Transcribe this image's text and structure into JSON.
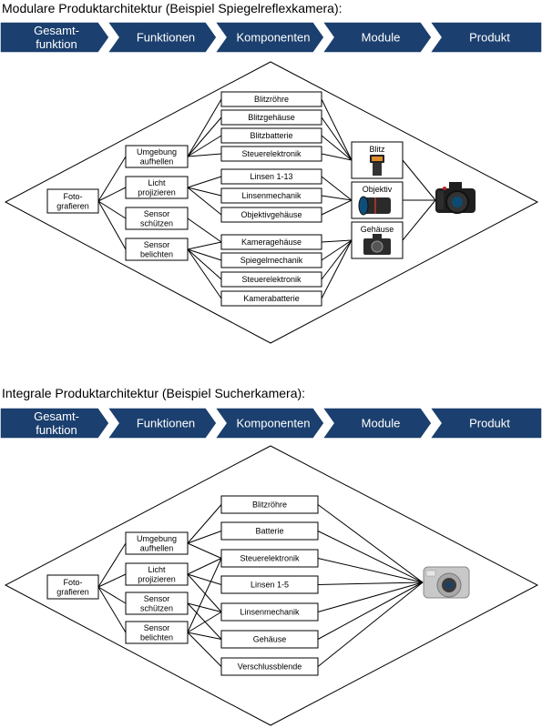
{
  "colors": {
    "chevron": "#1b3f6e",
    "chevron_text": "#ffffff",
    "line": "#000000",
    "box_border": "#000000"
  },
  "chevron_steps": [
    [
      "Gesamt-",
      "funktion"
    ],
    [
      "Funktionen"
    ],
    [
      "Komponenten"
    ],
    [
      "Module"
    ],
    [
      "Produkt"
    ]
  ],
  "modular": {
    "title": "Modulare Produktarchitektur (Beispiel Spiegelreflexkamera):",
    "overall": [
      "Foto-",
      "grafieren"
    ],
    "functions": [
      [
        "Umgebung",
        "aufhellen"
      ],
      [
        "Licht",
        "projizieren"
      ],
      [
        "Sensor",
        "schützen"
      ],
      [
        "Sensor",
        "belichten"
      ]
    ],
    "components": [
      "Blitzröhre",
      "Blitzgehäuse",
      "Blitzbatterie",
      "Steuerelektronik",
      "Linsen 1-13",
      "Linsenmechanik",
      "Objektivgehäuse",
      "Kameragehäuse",
      "Spiegelmechanik",
      "Steuerelektronik",
      "Kamerabatterie"
    ],
    "modules": [
      "Blitz",
      "Objektiv",
      "Gehäuse"
    ],
    "module_icons": [
      "flash-icon",
      "lens-icon",
      "camera-body-icon"
    ],
    "product_icon": "dslr-camera-icon"
  },
  "integral": {
    "title": "Integrale Produktarchitektur (Beispiel Sucherkamera):",
    "overall": [
      "Foto-",
      "grafieren"
    ],
    "functions": [
      [
        "Umgebung",
        "aufhellen"
      ],
      [
        "Licht",
        "projizieren"
      ],
      [
        "Sensor",
        "schützen"
      ],
      [
        "Sensor",
        "belichten"
      ]
    ],
    "components": [
      "Blitzröhre",
      "Batterie",
      "Steuerelektronik",
      "Linsen 1-5",
      "Linsenmechanik",
      "Gehäuse",
      "Verschlussblende"
    ],
    "product_icon": "compact-camera-icon"
  }
}
